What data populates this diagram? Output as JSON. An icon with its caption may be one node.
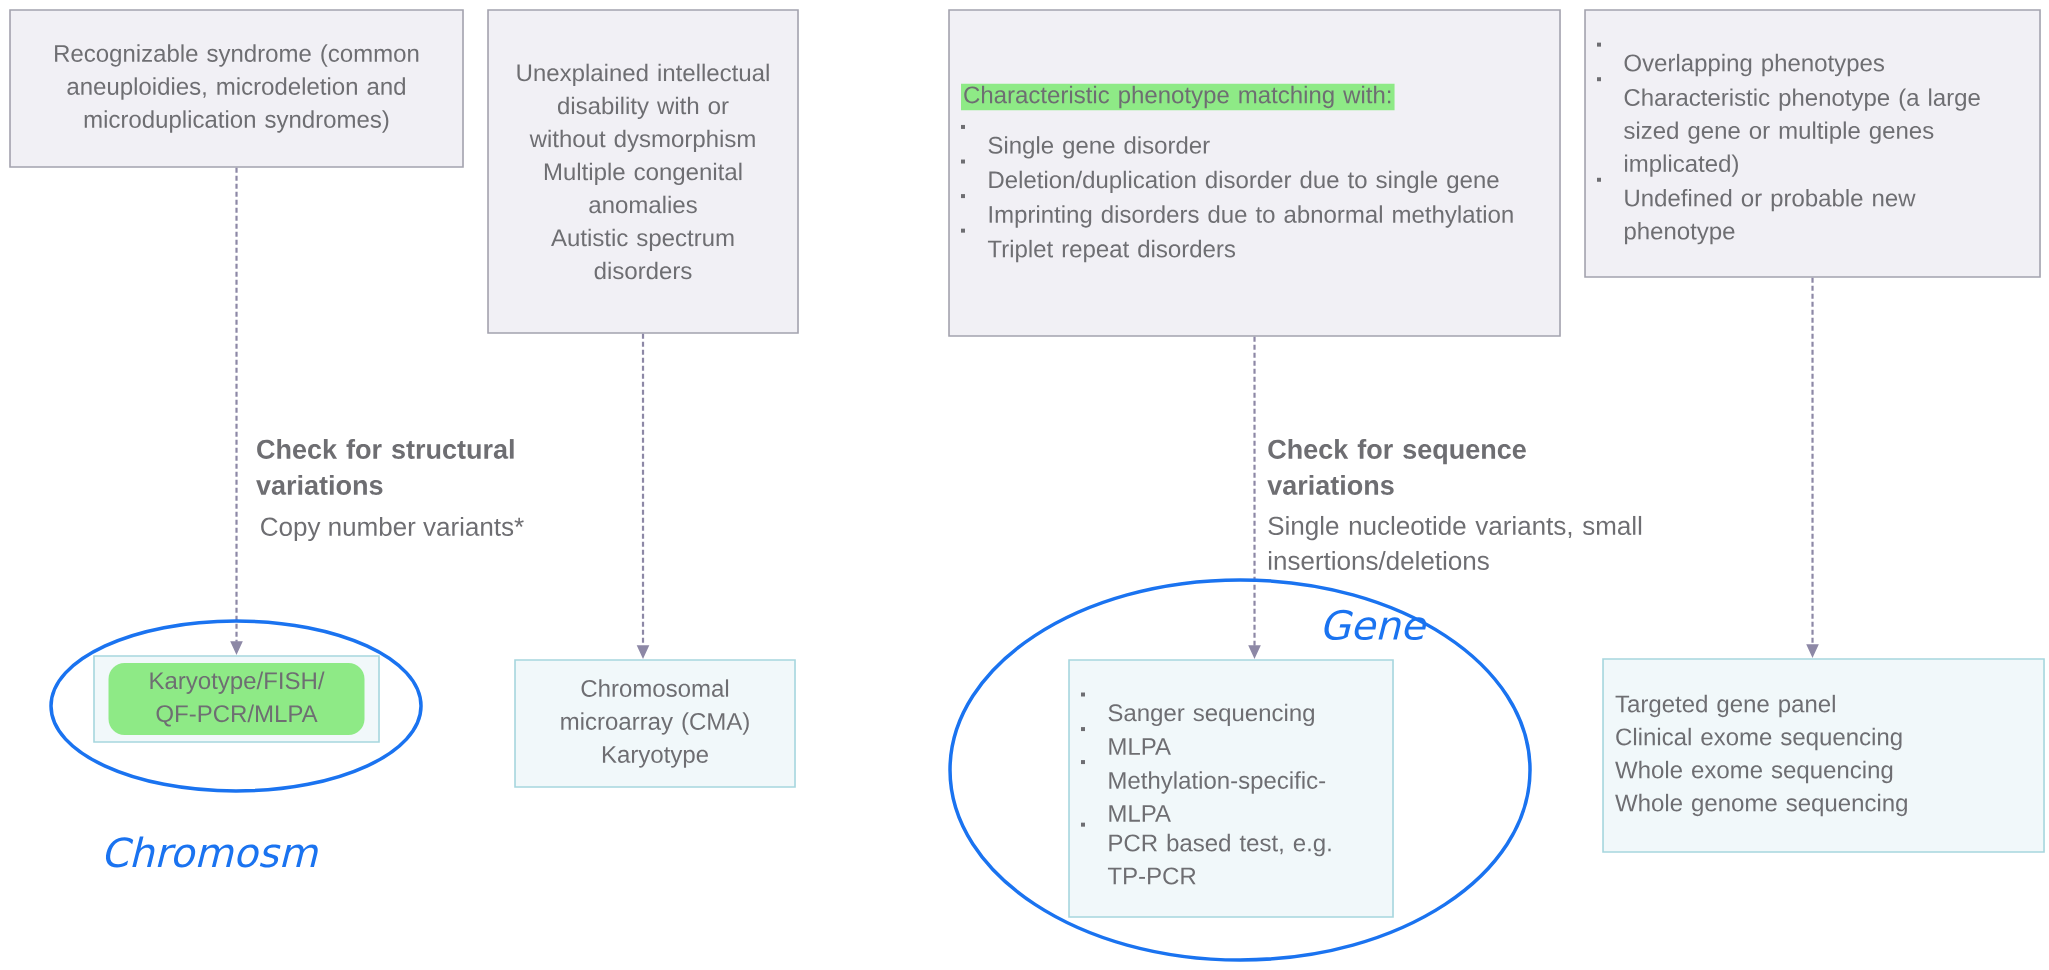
{
  "diagram": {
    "nodes": [
      {
        "text": [
          "Recognizable syndrome (common aneuploidies, microdeletion and microduplication syndromes)"
        ]
      },
      {
        "text": [
          "Unexplained intellectual disability with or without dysmorphism",
          "Multiple congenital anomalies",
          "Autistic spectrum disorders"
        ]
      },
      {
        "text": [
          "Characteristic phenotype matching with:",
          "Single gene disorder",
          "Deletion/duplication disorder due to single gene",
          "Imprinting disorders due to abnormal methylation",
          "Triplet repeat disorders"
        ]
      },
      {
        "text": [
          "Overlapping phenotypes",
          "Characteristic phenotype (a large sized gene or multiple genes implicated)",
          "Undefined or probable new phenotype"
        ]
      },
      {
        "text": [
          "Karyotype/FISH/ QF-PCR/MLPA"
        ]
      },
      {
        "text": [
          "Chromosomal microarray (CMA)",
          "Karyotype"
        ]
      },
      {
        "text": [
          "Sanger sequencing",
          "MLPA",
          "Methylation-specific-MLPA",
          "PCR based test, e.g. TP-PCR"
        ]
      },
      {
        "text": [
          "Targeted gene panel",
          "Clinical exome sequencing",
          "Whole exome sequencing",
          "Whole genome sequencing"
        ]
      }
    ],
    "edges": [
      {
        "from": 0,
        "to": 4,
        "arrow": "to",
        "style": "dashed",
        "label": "Check for structural variations"
      },
      {
        "from": 1,
        "to": 5,
        "arrow": "to",
        "style": "dashed"
      },
      {
        "from": 2,
        "to": 6,
        "arrow": "to",
        "style": "dashed",
        "label": "Check for sequence variations"
      },
      {
        "from": 3,
        "to": 7,
        "arrow": "to",
        "style": "dashed"
      }
    ],
    "labels": [
      "Copy number variants*",
      "Single nucleotide variants, small insertions/deletions",
      "Gene",
      "Chromosm"
    ]
  }
}
